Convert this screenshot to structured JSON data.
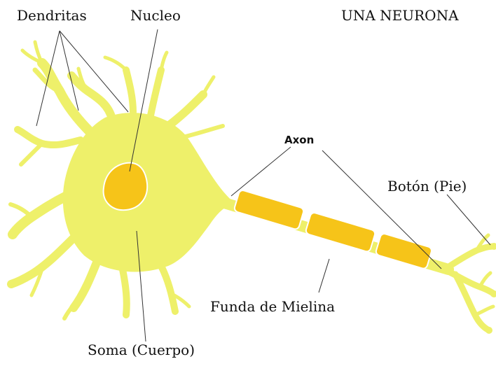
{
  "title": "UNA NEURONA",
  "labels": {
    "dendritas": "Dendritas",
    "nucleo": "Nucleo",
    "axon": "Axon",
    "boton": "Botón (Pie)",
    "funda": "Funda de Mielina",
    "soma": "Soma (Cuerpo)"
  },
  "colors": {
    "cell": "#eef06a",
    "nucleus": "#f6c419",
    "myelin": "#f6c419",
    "outline": "#ffffff",
    "line": "#333333"
  }
}
